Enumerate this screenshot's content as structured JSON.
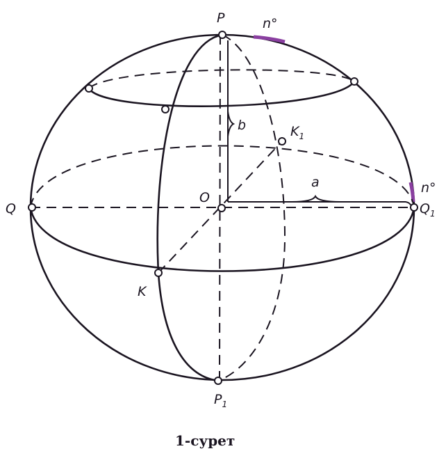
{
  "labels": {
    "P": "P",
    "P1_main": "P",
    "P1_sub": "1",
    "Q": "Q",
    "Q1_main": "Q",
    "Q1_sub": "1",
    "O": "O",
    "K": "K",
    "K1_main": "K",
    "K1_sub": "1",
    "a": "a",
    "b": "b",
    "n_top": "n°",
    "n_right": "n°"
  },
  "caption": "1-сурет",
  "colors": {
    "ink": "#1a1420",
    "accent": "#8a3fa0"
  }
}
